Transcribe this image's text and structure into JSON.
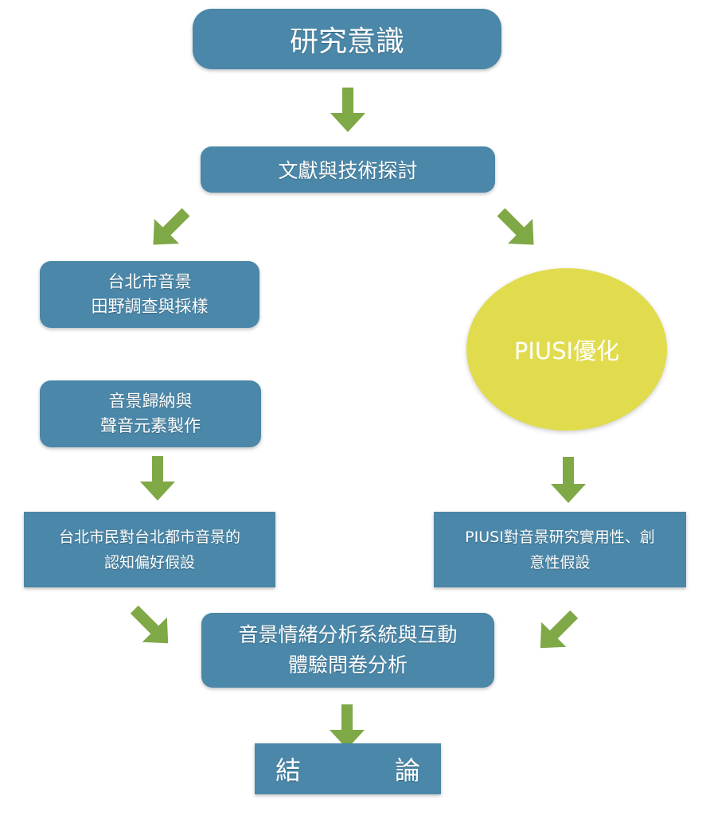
{
  "colors": {
    "box": "#4a87a9",
    "arrow": "#7fa846",
    "circle": "#e1dc4d",
    "text": "#ffffff"
  },
  "nodes": {
    "awareness": "研究意識",
    "literature": "文獻與技術探討",
    "fieldwork": [
      "台北市音景",
      "田野調查與採樣"
    ],
    "induction": [
      "音景歸納與",
      "聲音元素製作"
    ],
    "piusi": "PIUSI優化",
    "hypothesis_pref": [
      "台北市民對台北都市音景的",
      "認知偏好假設"
    ],
    "hypothesis_piusi": [
      "PIUSI對音景研究實用性、創",
      "意性假設"
    ],
    "analysis": [
      "音景情緒分析系統與互動",
      "體驗問卷分析"
    ],
    "conclusion_left": "結",
    "conclusion_right": "論"
  }
}
